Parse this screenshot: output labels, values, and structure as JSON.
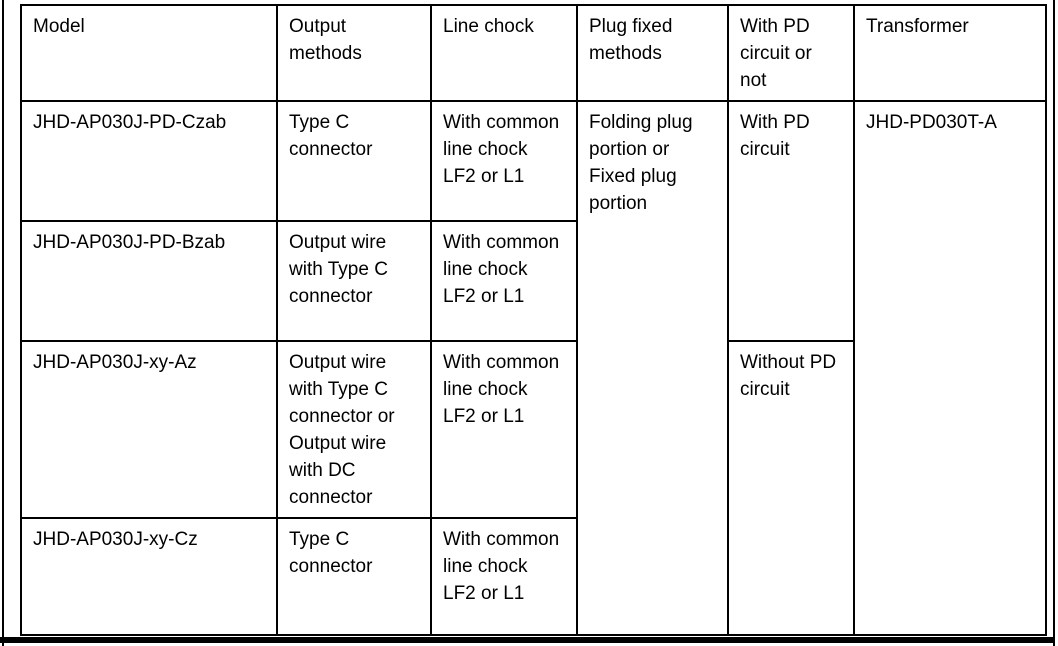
{
  "page": {
    "background": "#ffffff",
    "border_color": "#000000",
    "text_color": "#000000"
  },
  "table": {
    "headers": {
      "model": "Model",
      "output_methods": "Output methods",
      "line_chock": "Line chock",
      "plug_fixed_methods": "Plug fixed methods",
      "pd_circuit": "With PD circuit or not",
      "transformer": "Transformer"
    },
    "rows": [
      {
        "model": "JHD-AP030J-PD-Czab",
        "output_method": "Type C connector",
        "line_chock": "With common line chock LF2 or L1"
      },
      {
        "model": "JHD-AP030J-PD-Bzab",
        "output_method": "Output wire with Type C connector",
        "line_chock": "With common line chock LF2 or L1"
      },
      {
        "model": "JHD-AP030J-xy-Az",
        "output_method": "Output wire with Type C connector or Output wire with DC connector",
        "line_chock": "With common line chock LF2 or L1"
      },
      {
        "model": "JHD-AP030J-xy-Cz",
        "output_method": "Type C connector",
        "line_chock": "With common line chock LF2 or L1"
      }
    ],
    "plug_fixed_methods_value": "Folding plug portion or Fixed plug portion",
    "pd_circuit_values": {
      "with_pd": "With PD circuit",
      "without_pd": "Without PD circuit"
    },
    "transformer_value": "JHD-PD030T-A"
  }
}
